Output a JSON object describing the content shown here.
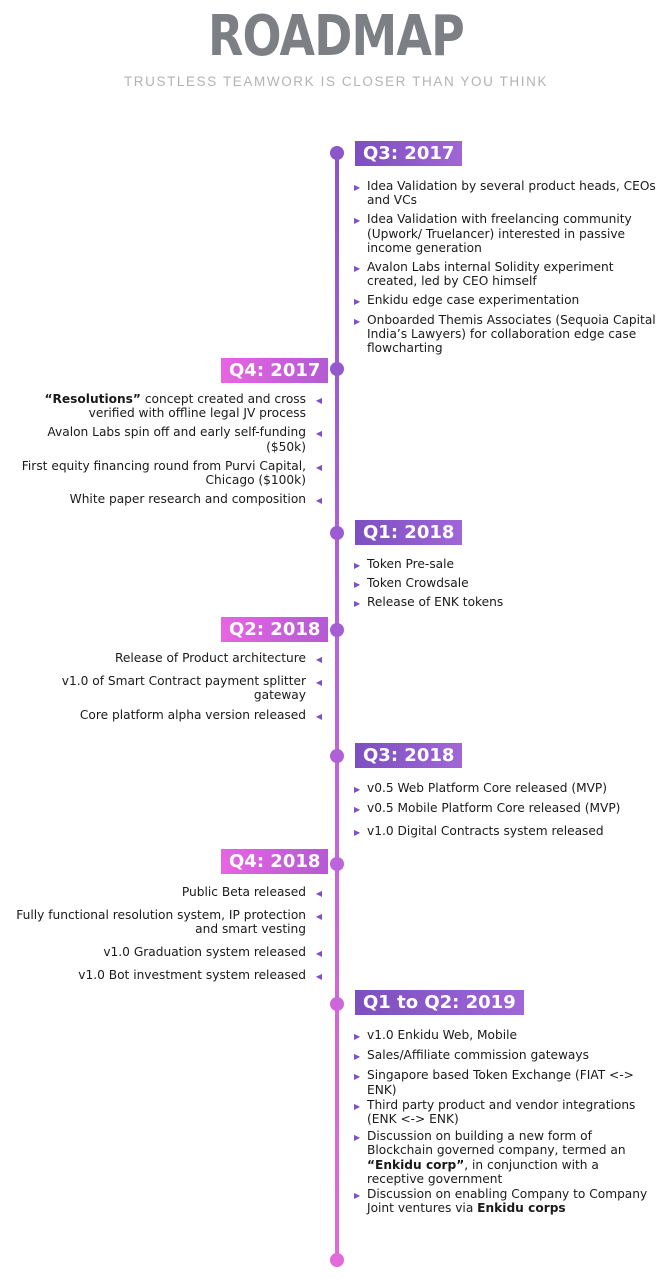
{
  "header": {
    "title": "ROADMAP",
    "subtitle": "TRUSTLESS TEAMWORK IS CLOSER THAN YOU THINK"
  },
  "colors": {
    "purple": "#8a56c9",
    "pink": "#e26ad9",
    "title_gray": "#7c7f84",
    "subtitle_gray": "#b3b3b3"
  },
  "bullet_icon": "triangle-arrow",
  "milestones": [
    {
      "label": "Q3: 2017",
      "items": [
        "Idea Validation by several product heads, CEOs and VCs",
        "Idea Validation with freelancing community (Upwork/ Truelancer) interested in passive income generation",
        "Avalon Labs internal Solidity experiment created, led by CEO himself",
        "Enkidu edge case experimentation",
        "Onboarded Themis Associates (Sequoia Capital India’s Lawyers) for collaboration edge case flowcharting"
      ]
    },
    {
      "label": "Q4: 2017",
      "items": [
        {
          "bold": "“Resolutions”",
          "rest": " concept created and cross verified with offline legal JV process"
        },
        "Avalon Labs spin off and early self-funding ($50k)",
        "First equity financing round from Purvi Capital,  Chicago ($100k)",
        "White paper research and composition"
      ]
    },
    {
      "label": "Q1: 2018",
      "items": [
        "Token Pre-sale",
        "Token Crowdsale",
        "Release of ENK tokens"
      ]
    },
    {
      "label": "Q2: 2018",
      "items": [
        "Release of Product architecture",
        "v1.0 of Smart Contract payment splitter gateway",
        "Core platform alpha version released"
      ]
    },
    {
      "label": "Q3: 2018",
      "items": [
        "v0.5 Web Platform Core released (MVP)",
        "v0.5 Mobile Platform Core released (MVP)",
        "v1.0 Digital Contracts system released"
      ]
    },
    {
      "label": "Q4: 2018",
      "items": [
        "Public Beta released",
        "Fully functional resolution system, IP protection and smart vesting",
        "v1.0 Graduation system released",
        "v1.0 Bot investment system released"
      ]
    },
    {
      "label": "Q1 to Q2: 2019",
      "items": [
        "v1.0 Enkidu Web, Mobile",
        "Sales/Affiliate commission gateways",
        "Singapore based Token Exchange (FIAT <-> ENK)",
        "Third party product and vendor integrations (ENK <-> ENK)",
        {
          "parts": [
            "Discussion on building a new form of Blockchain governed company, termed an ",
            "“Enkidu corp”",
            ", in conjunction with a receptive government"
          ]
        },
        {
          "parts": [
            "Discussion on enabling Company to Company Joint ventures via ",
            "Enkidu corps",
            ""
          ]
        }
      ]
    }
  ]
}
